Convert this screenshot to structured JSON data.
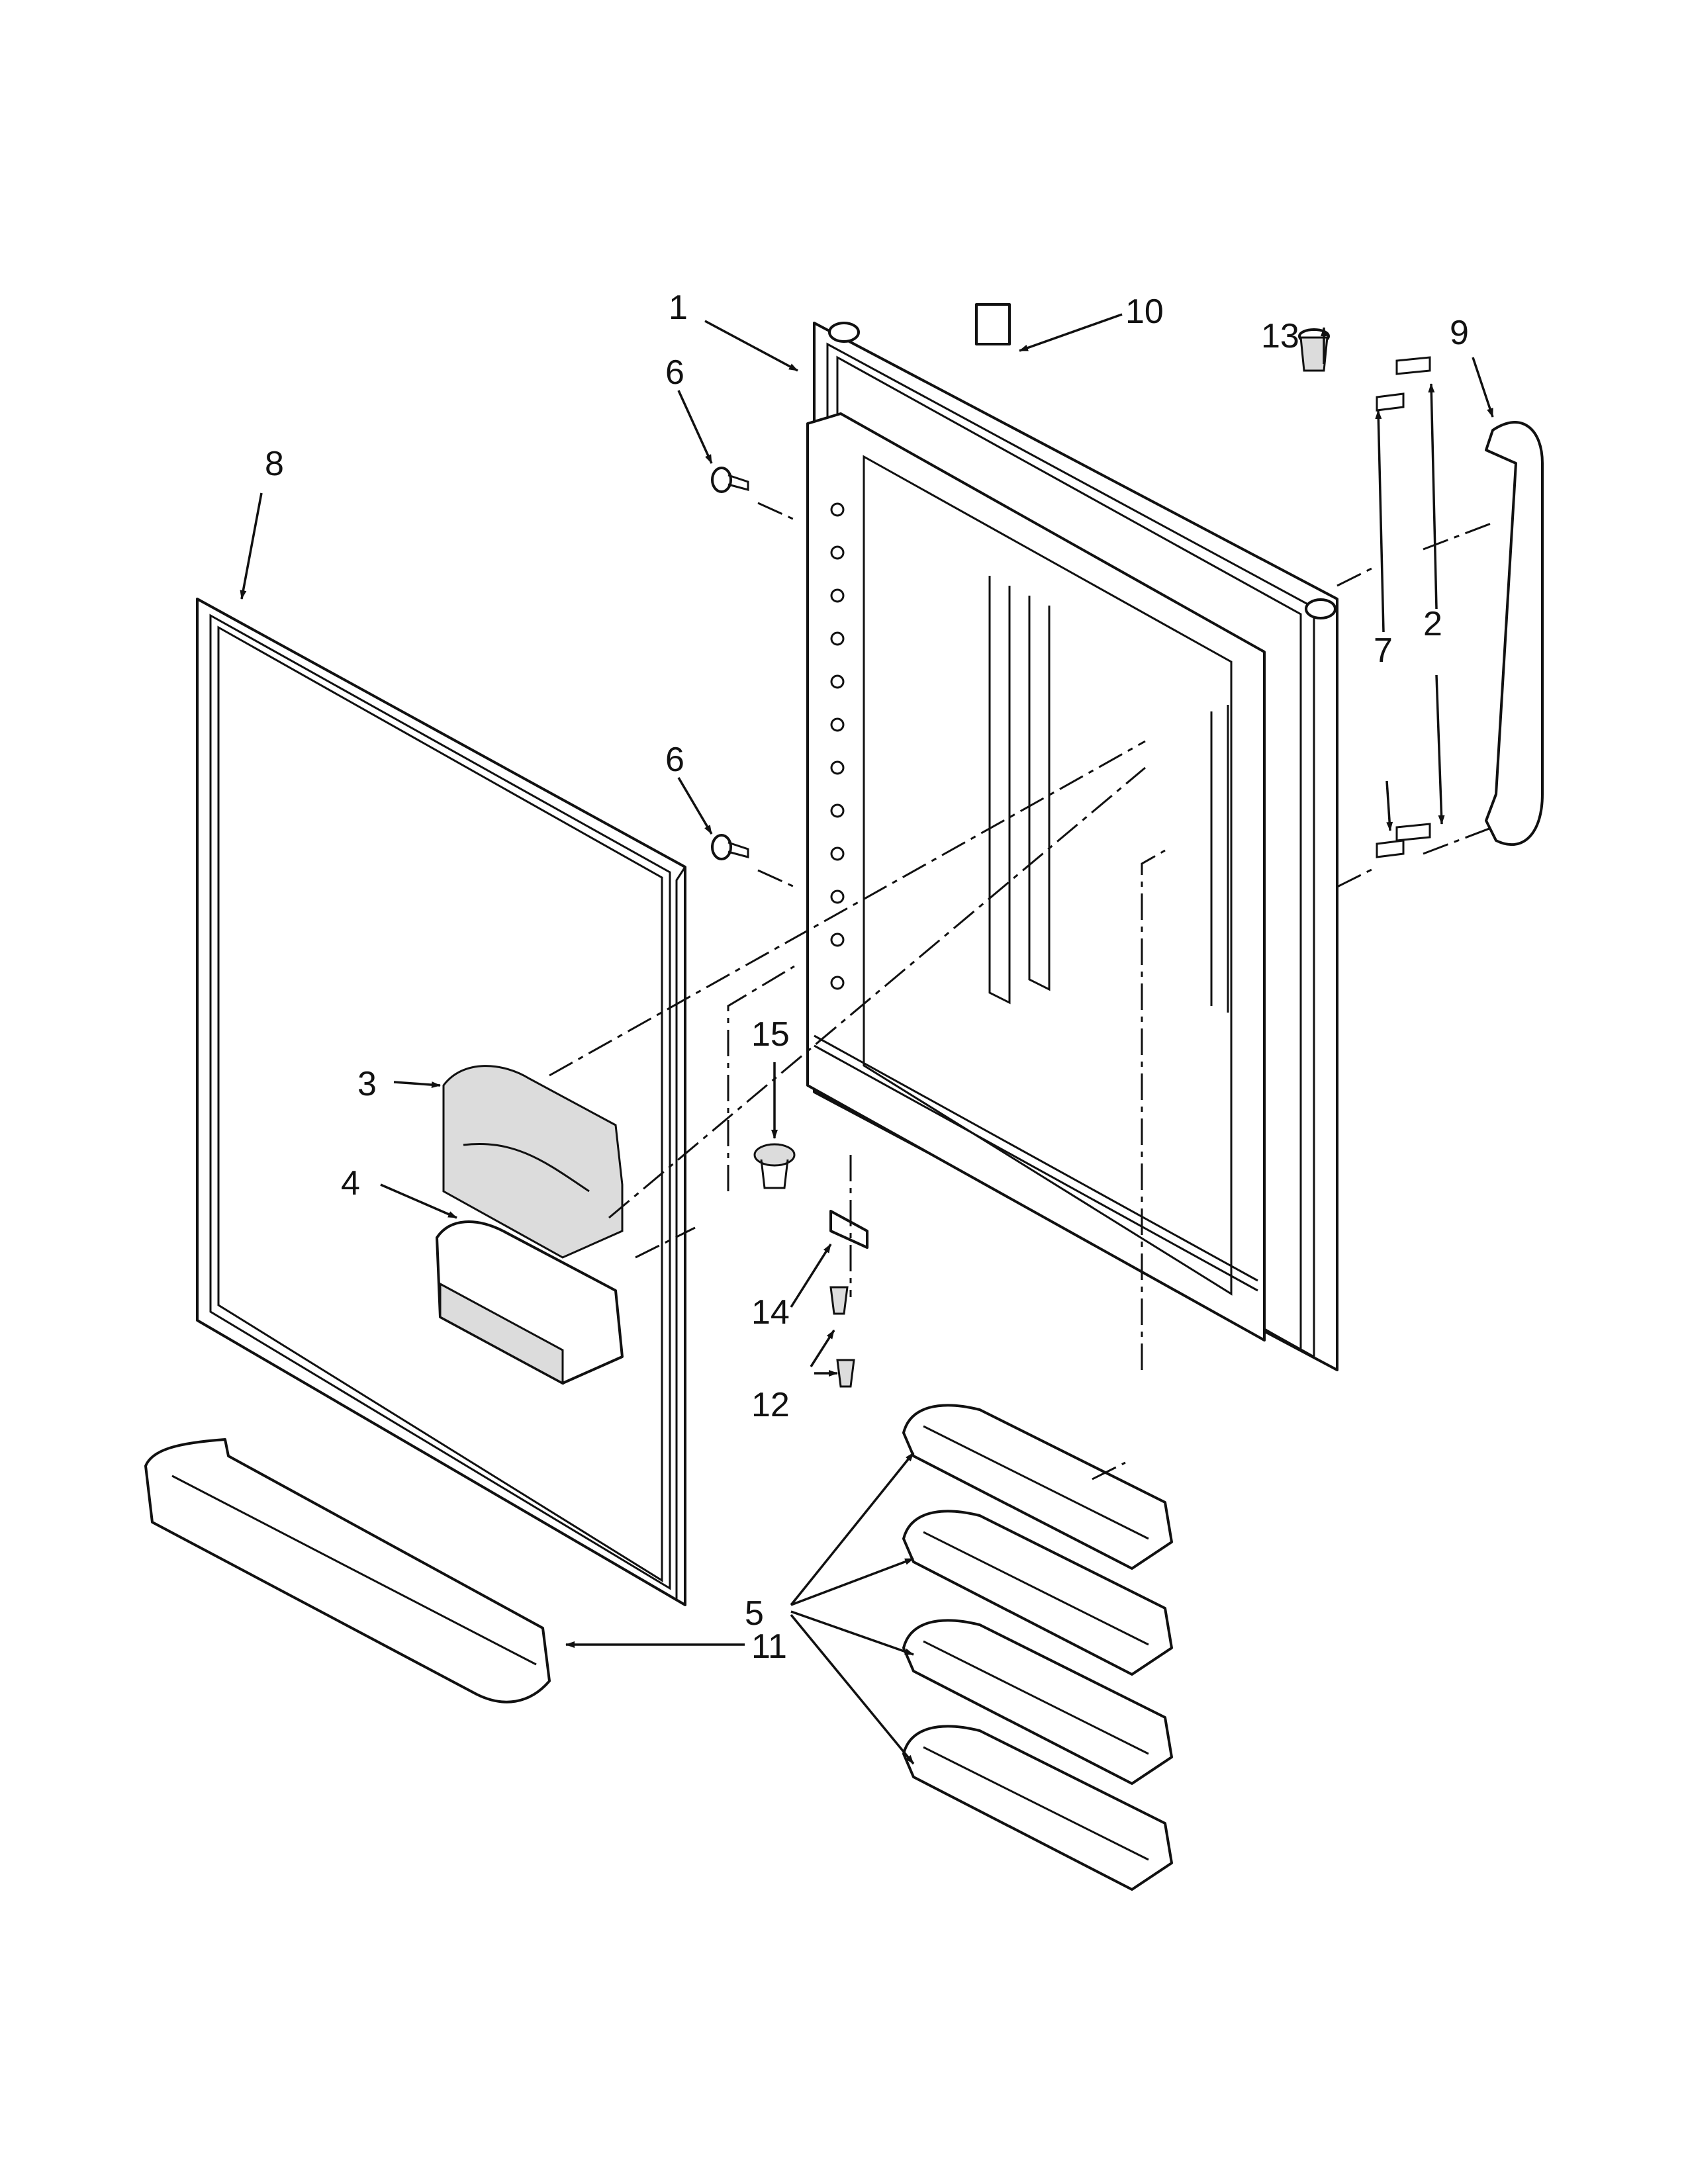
{
  "diagram": {
    "callouts": [
      {
        "id": "c1",
        "label": "1"
      },
      {
        "id": "c2",
        "label": "2"
      },
      {
        "id": "c3",
        "label": "3"
      },
      {
        "id": "c4",
        "label": "4"
      },
      {
        "id": "c5",
        "label": "5"
      },
      {
        "id": "c6a",
        "label": "6"
      },
      {
        "id": "c6b",
        "label": "6"
      },
      {
        "id": "c7",
        "label": "7"
      },
      {
        "id": "c8",
        "label": "8"
      },
      {
        "id": "c9",
        "label": "9"
      },
      {
        "id": "c10",
        "label": "10"
      },
      {
        "id": "c11",
        "label": "11"
      },
      {
        "id": "c12",
        "label": "12"
      },
      {
        "id": "c13",
        "label": "13"
      },
      {
        "id": "c14",
        "label": "14"
      },
      {
        "id": "c15",
        "label": "15"
      }
    ],
    "colors": {
      "line": "#111111",
      "background": "#ffffff",
      "shade": "#dcdcdc"
    }
  }
}
